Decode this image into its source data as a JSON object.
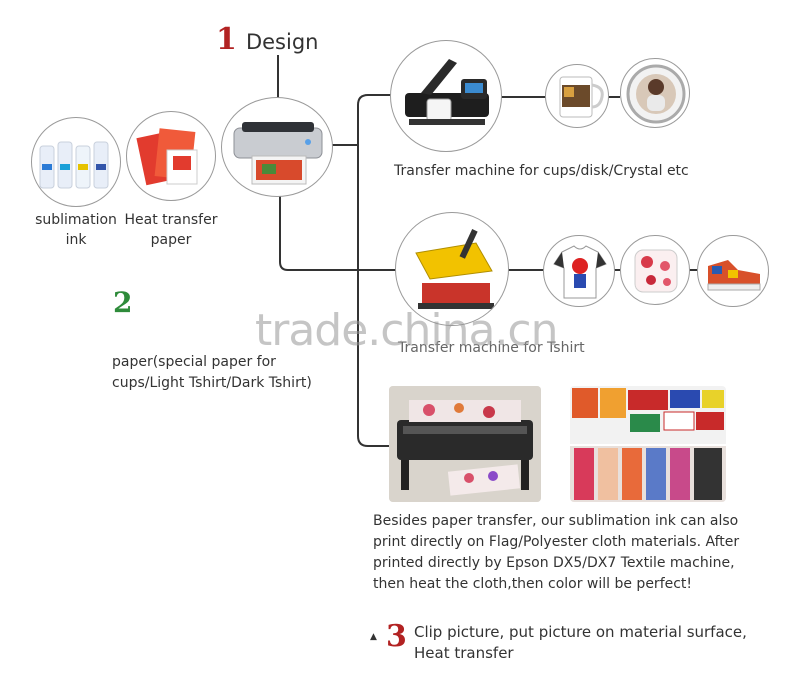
{
  "steps": {
    "design": {
      "number": "1",
      "label": "Design"
    },
    "transfer": {
      "number": "2"
    },
    "finish": {
      "number": "3",
      "label": "Clip picture, put picture on material surface,",
      "label2": "Heat transfer"
    }
  },
  "inputs": {
    "ink": {
      "line1": "sublimation",
      "line2": "ink"
    },
    "paper": {
      "line1": "Heat transfer",
      "line2": "paper"
    }
  },
  "machines": {
    "cup_press": {
      "caption": "Transfer machine for cups/disk/Crystal etc"
    },
    "tshirt_press": {
      "caption": "Transfer machine for Tshirt"
    }
  },
  "paper_note": {
    "line1": "paper(special paper for",
    "line2": "cups/Light Tshirt/Dark Tshirt)"
  },
  "textile_note": {
    "line1": "Besides paper transfer, our sublimation ink can also",
    "line2": "print directly on Flag/Polyester cloth materials. After",
    "line3": "printed directly by Epson DX5/DX7 Textile machine,",
    "line4": "then heat the cloth,then color will be perfect!"
  },
  "watermark": "trade.china.cn",
  "colors": {
    "accent": "#b22222",
    "line": "#333333",
    "circle_border": "#9a9a9a",
    "press_yellow": "#f2c200"
  }
}
